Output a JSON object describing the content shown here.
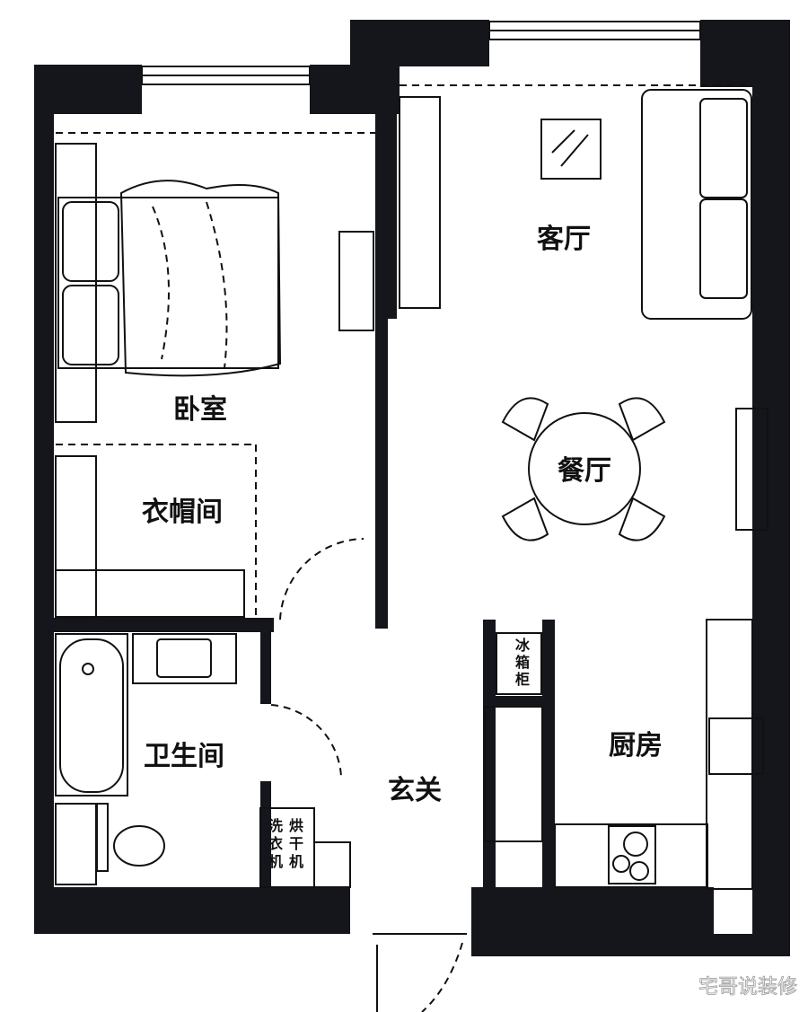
{
  "rooms": {
    "living_room": "客厅",
    "bedroom": "卧室",
    "walk_in_closet": "衣帽间",
    "dining_room": "餐厅",
    "kitchen": "厨房",
    "bathroom": "卫生间",
    "entrance": "玄关"
  },
  "fixtures": {
    "fridge_cabinet": [
      "冰",
      "箱",
      "柜"
    ],
    "washer": [
      "洗",
      "衣",
      "机"
    ],
    "dryer": [
      "烘",
      "干",
      "机"
    ]
  },
  "watermark": "宅哥说装修",
  "colors": {
    "wall": "#15161c",
    "line": "#111111",
    "background": "#ffffff"
  }
}
